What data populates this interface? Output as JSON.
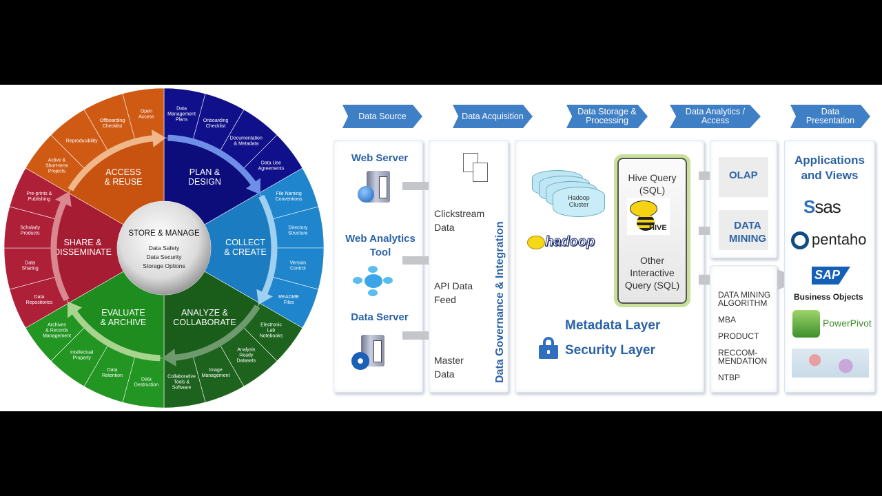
{
  "wheel": {
    "center": {
      "title": "STORE & MANAGE",
      "items": [
        "Data Safety",
        "Data Security",
        "Storage Options"
      ]
    },
    "sectors": [
      {
        "label": [
          "PLAN &",
          "DESIGN"
        ],
        "color": "#0c0c7a",
        "outer": "#10108a",
        "arrow": "#6f8ee8",
        "items": [
          [
            "Data",
            "Management",
            "Plans"
          ],
          [
            "Onboarding",
            "Checklist"
          ],
          [
            "Documentation",
            "& Metadata"
          ],
          [
            "Data Use",
            "Agreements"
          ]
        ]
      },
      {
        "label": [
          "COLLECT",
          "& CREATE"
        ],
        "color": "#1c7cc2",
        "outer": "#1f85cc",
        "arrow": "#9fd0f0",
        "items": [
          [
            "File Naming",
            "Conventions"
          ],
          [
            "Directory",
            "Structure"
          ],
          [
            "Version",
            "Control"
          ],
          [
            "README",
            "Files"
          ]
        ]
      },
      {
        "label": [
          "ANALYZE &",
          "COLLABORATE"
        ],
        "color": "#1a5c1a",
        "outer": "#1d631d",
        "arrow": "#6e9a6e",
        "items": [
          [
            "Electronic",
            "Lab",
            "Notebooks"
          ],
          [
            "Analysis",
            "Ready",
            "Datasets"
          ],
          [
            "Image",
            "Management"
          ],
          [
            "Collaborative",
            "Tools &",
            "Software"
          ]
        ]
      },
      {
        "label": [
          "EVALUATE",
          "& ARCHIVE"
        ],
        "color": "#1f8c1f",
        "outer": "#229522",
        "arrow": "#a9d490",
        "items": [
          [
            "Data",
            "Destruction"
          ],
          [
            "Data",
            "Retention"
          ],
          [
            "Intellectual",
            "Property"
          ],
          [
            "Archives",
            "& Records",
            "Management"
          ]
        ]
      },
      {
        "label": [
          "SHARE &",
          "DISSEMINATE"
        ],
        "color": "#a51c33",
        "outer": "#ad2038",
        "arrow": "#d98890",
        "items": [
          [
            "Data",
            "Repositories"
          ],
          [
            "Data",
            "Sharing"
          ],
          [
            "Scholarly",
            "Products"
          ],
          [
            "Pre-prints &",
            "Publishing"
          ]
        ]
      },
      {
        "label": [
          "ACCESS",
          "& REUSE"
        ],
        "color": "#c8520f",
        "outer": "#cf5a14",
        "arrow": "#f0b88a",
        "items": [
          [
            "Active &",
            "Short-term",
            "Projects"
          ],
          [
            "Reproducibility"
          ],
          [
            "Offboarding",
            "Checklist"
          ],
          [
            "Open",
            "Access"
          ]
        ]
      }
    ]
  },
  "pipeline": {
    "headers": [
      "Data Source",
      "Data Acquisition",
      "Data Storage & Processing",
      "Data Analytics / Access",
      "Data Presentation"
    ],
    "header_color": "#3f7fc6",
    "source": {
      "items": [
        "Web Server",
        "Web Analytics Tool",
        "Data Server"
      ]
    },
    "acquisition": {
      "items": [
        "Clickstream Data",
        "API Data Feed",
        "Master Data"
      ],
      "vertical_label": "Data Governance & Integration"
    },
    "storage": {
      "cluster": "Hadoop Cluster",
      "hadoop_logo": "hadoop",
      "hive_query": "Hive Query (SQL)",
      "hive_logo": "HIVE",
      "other_query": "Other Interactive Query (SQL)",
      "metadata": "Metadata Layer",
      "security": "Security Layer"
    },
    "analytics": {
      "olap": "OLAP",
      "mining": "DATA MINING",
      "list": [
        "DATA MINING ALGORITHM",
        "MBA",
        "PRODUCT",
        "RECCOM-MENDATION",
        "NTBP"
      ]
    },
    "presentation": {
      "title": "Applications and Views",
      "logos": [
        "sas",
        "pentaho",
        "SAP",
        "Business Objects",
        "PowerPivot"
      ]
    }
  }
}
